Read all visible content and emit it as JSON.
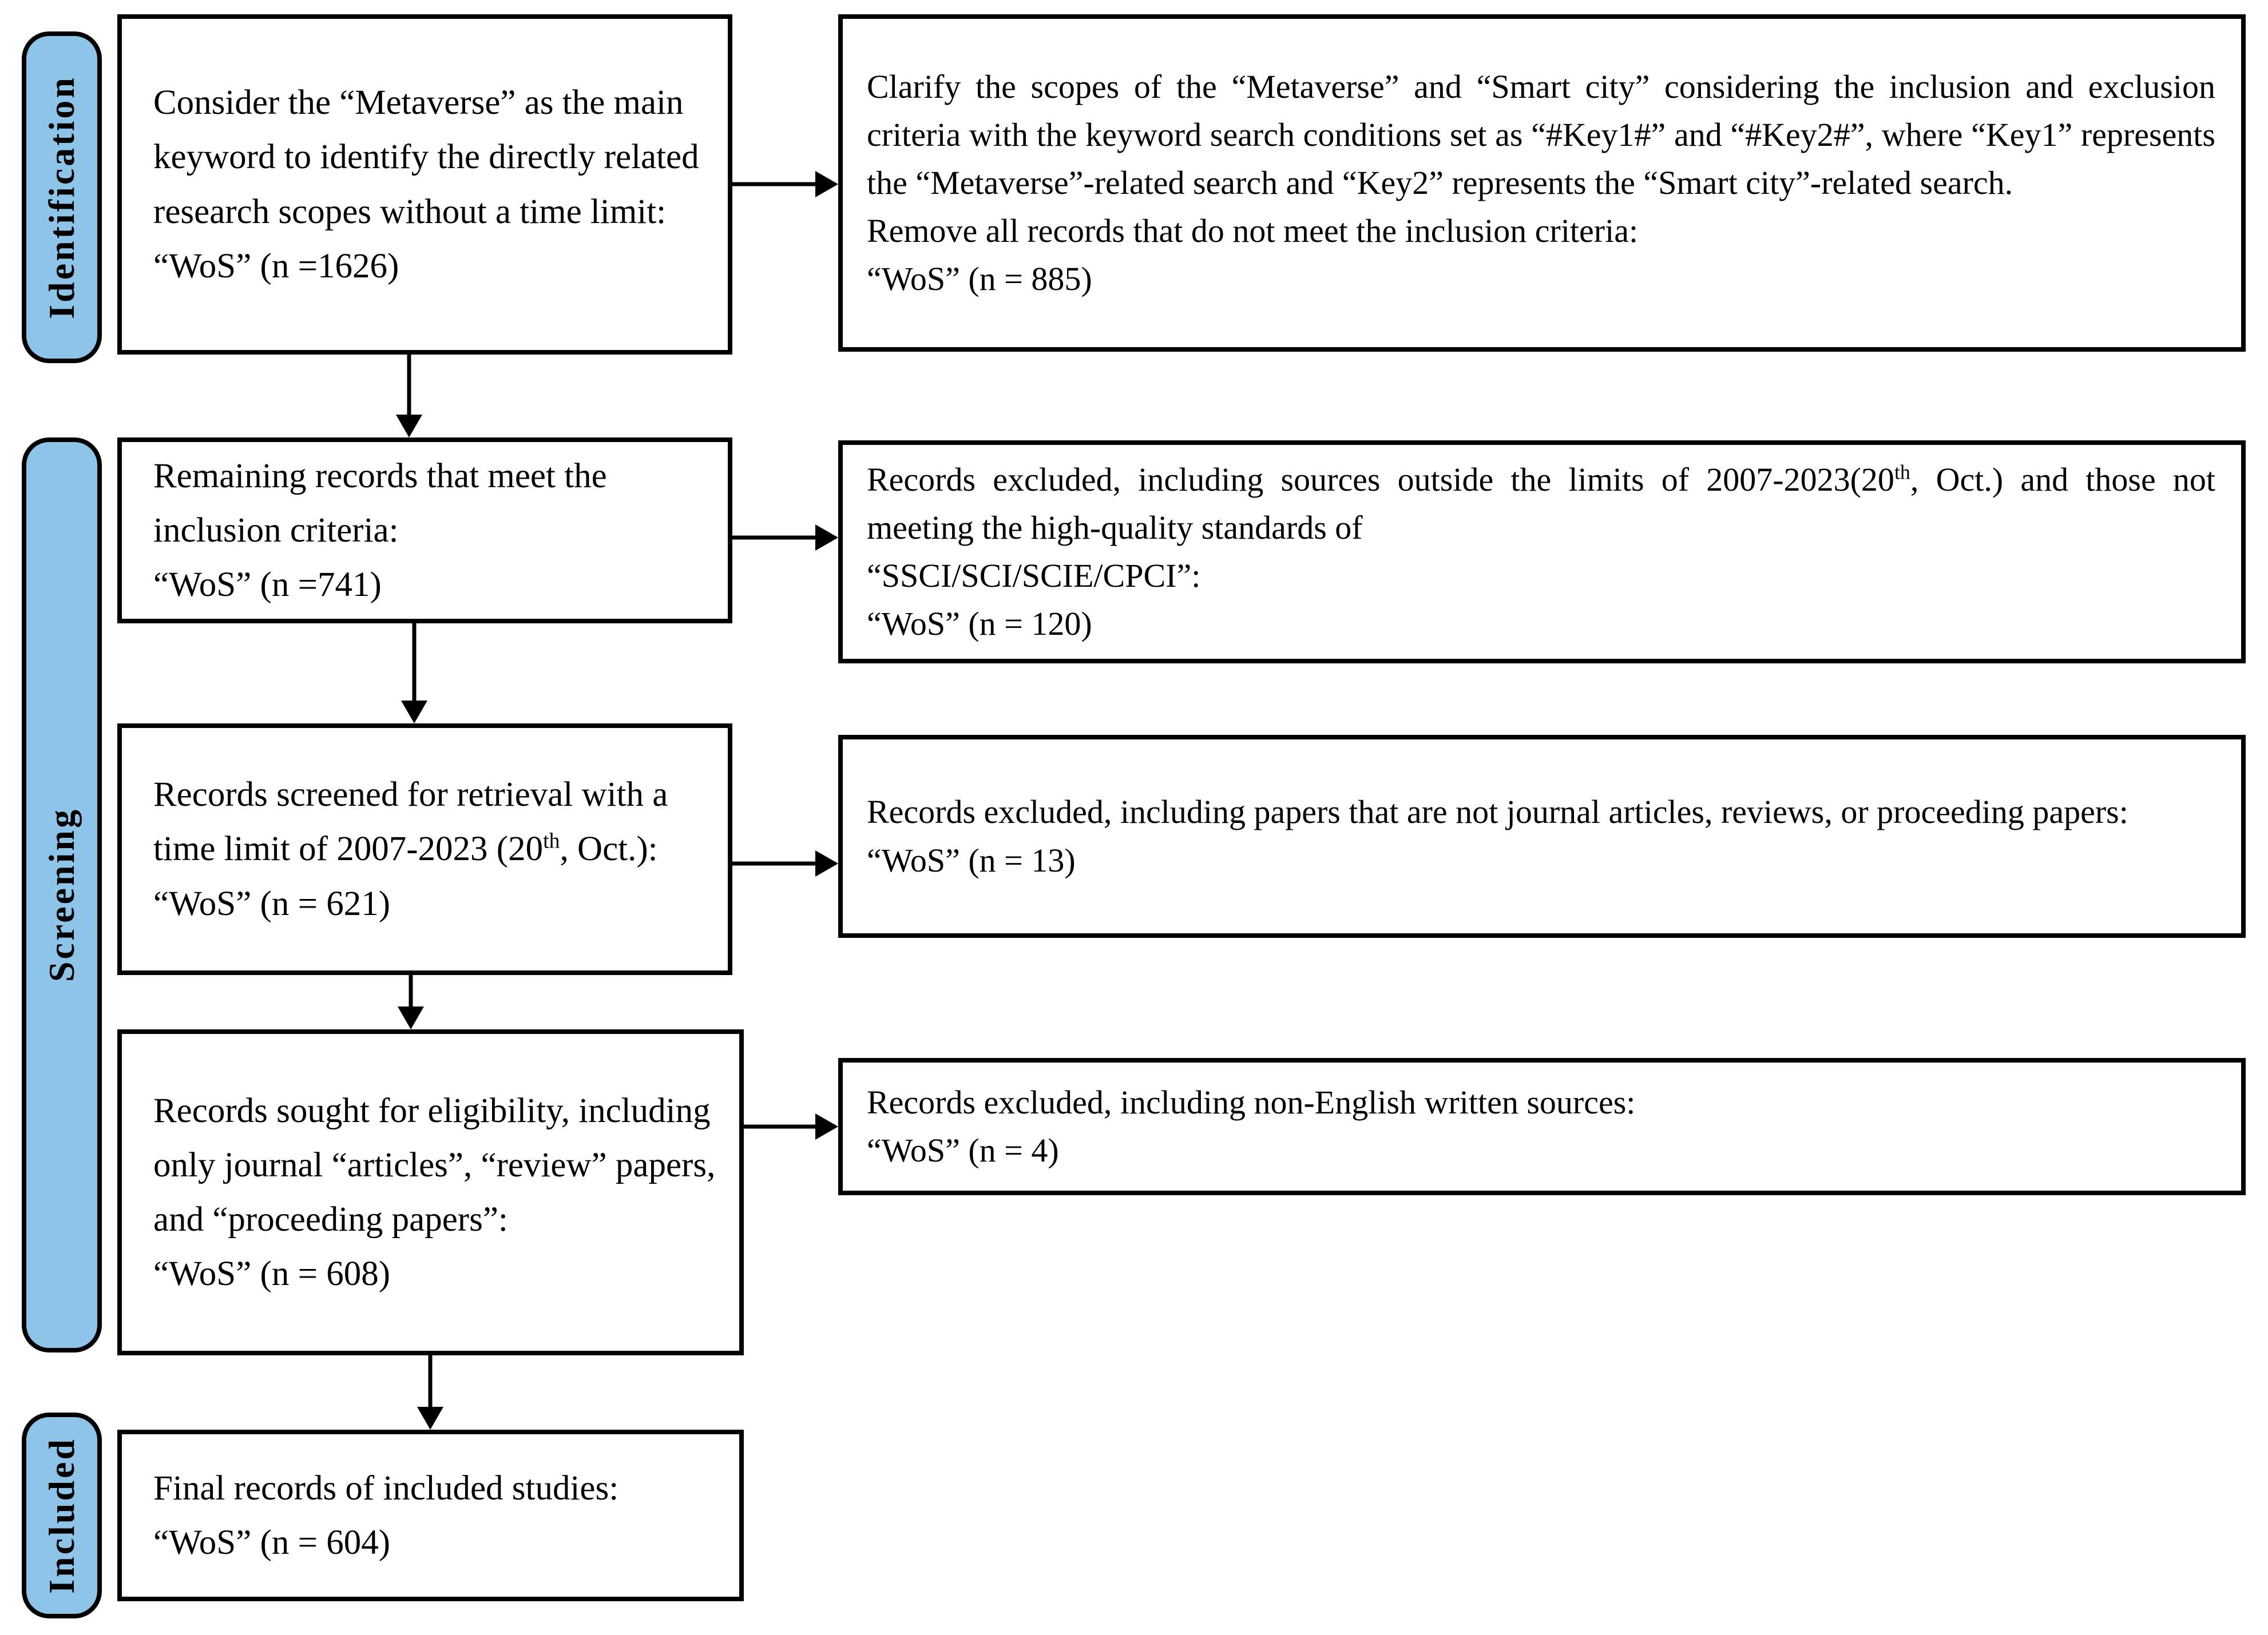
{
  "diagram": {
    "title": "PRISMA-style literature screening flow diagram",
    "colors": {
      "stage_fill": "#8FC4E9",
      "border": "#000000",
      "background": "#FFFFFF",
      "text": "#000000"
    },
    "stages": [
      {
        "label": "Identification"
      },
      {
        "label": "Screening"
      },
      {
        "label": "Included"
      }
    ],
    "left_boxes": [
      {
        "text": "Consider the “Metaverse” as the main keyword to identify the directly related research scopes without a time limit:\n“WoS” (n =1626)"
      },
      {
        "text": "Remaining records that meet the inclusion criteria:\n“WoS” (n =741)"
      },
      {
        "text": "Records screened for retrieval with a time limit of 2007-2023 (20^{th}, Oct.):\n“WoS” (n = 621)"
      },
      {
        "text": "Records sought for eligibility, including only journal “articles”, “review” papers, and “proceeding papers”:\n“WoS” (n = 608)"
      },
      {
        "text": "Final records of included studies: “WoS” (n = 604)"
      }
    ],
    "right_boxes": [
      {
        "text": "Clarify the scopes of the “Metaverse” and “Smart city” considering the inclusion and exclusion criteria with the keyword search conditions set as “#Key1#” and “#Key2#”, where “Key1” represents the “Metaverse”-related search and “Key2” represents the “Smart city”-related search.\nRemove all records that do not meet the inclusion criteria:\n“WoS” (n = 885)"
      },
      {
        "text": "Records excluded, including sources outside the limits of 2007-2023(20^{th}, Oct.) and those not meeting the high-quality standards of\n“SSCI/SCI/SCIE/CPCI”:\n“WoS” (n = 120)"
      },
      {
        "text": "Records excluded, including papers that are not journal articles, reviews, or proceeding papers:\n“WoS” (n = 13)"
      },
      {
        "text": "Records excluded, including non-English written sources:\n“WoS” (n = 4)"
      }
    ]
  }
}
